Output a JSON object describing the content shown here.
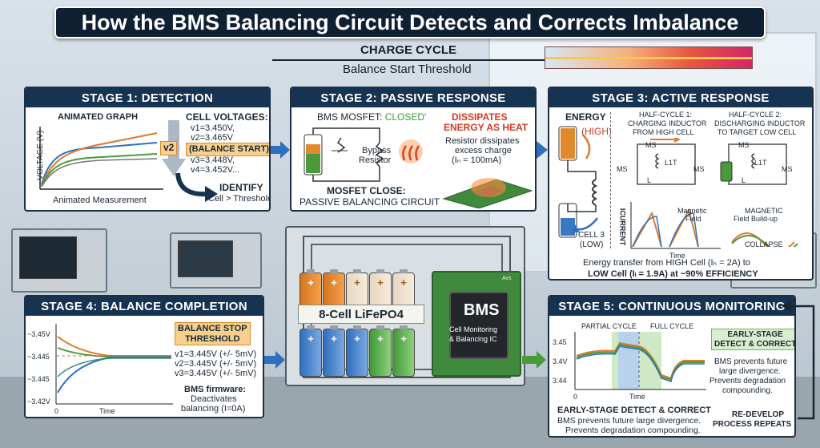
{
  "title": "How the BMS Balancing Circuit Detects and Corrects Imbalance",
  "charge_cycle": {
    "label": "CHARGE CYCLE",
    "threshold": "Balance Start Threshold"
  },
  "stage1": {
    "title": "STAGE 1: DETECTION",
    "graph_label": "ANIMATED GRAPH",
    "y_axis": "VOLTAGE (V)",
    "x_axis": "Animated Measurement",
    "cv_title": "CELL VOLTAGES:",
    "v1": "v1=3.450V,",
    "v2": "v2=3.465V",
    "balance_start": "(BALANCE START)",
    "v3": "v3=3.448V,",
    "v4": "v4=3.452V...",
    "v2_tag": "v2",
    "identify": "IDENTIFY",
    "identify_sub": "Cell > Threshold"
  },
  "stage2": {
    "title": "STAGE 2: PASSIVE RESPONSE",
    "mosfet_prefix": "BMS MOSFET: ",
    "mosfet_state": "CLOSED'",
    "bypass": "Bypass",
    "resistor": "Resistor",
    "dissipates1": "DISSIPATES",
    "dissipates2": "ENERGY AS HEAT",
    "res_desc1": "Resistor dissipates",
    "res_desc2": "excess charge",
    "res_desc3": "(Iₙ = 100mA)",
    "close1": "MOSFET CLOSE:",
    "close2": "PASSIVE BALANCING CIRCUIT"
  },
  "stage3": {
    "title": "STAGE 3: ACTIVE RESPONSE",
    "energy": "ENERGY",
    "high": "(HIGH)",
    "cell3a": "CELL 3",
    "cell3b": "(LOW)",
    "hc1a": "HALF-CYCLE 1:",
    "hc1b": "CHARGING INDUCTOR",
    "hc1c": "FROM HIGH CELL",
    "hc2a": "HALF-CYCLE 2:",
    "hc2b": "DISCHARGING INDUCTOR",
    "hc2c": "TO TARGET LOW CELL",
    "ms": "MS",
    "l": "L",
    "l1t": "L1T",
    "current": "ICURRENT",
    "magfield1": "Magnetic",
    "magfield2": "Field",
    "time": "Time",
    "buildup1": "MAGNETIC",
    "buildup2": "Field Build-up",
    "collapse": "COLLAPSE",
    "transfer1": "Energy transfer from HIGH Cell (Iₕ = 2A) to",
    "transfer2": "LOW Cell (Iₗ = 1.9A) at ~90% EFFICIENCY"
  },
  "stage4": {
    "title": "STAGE 4: BALANCE COMPLETION",
    "y1": "~3.45V",
    "y2": "~3.445",
    "y3": "~3.445",
    "y4": "~3.42V",
    "x0": "0",
    "xt": "Time",
    "stop1": "BALANCE STOP",
    "stop2": "THRESHOLD",
    "v1": "v1=3.445V (+/- 5mV)",
    "v2": "v2=3.445V (+/- 5mV)",
    "v3": "v3=3.445V (+/- 5mV)",
    "fw1": "BMS firmware:",
    "fw2": "Deactivates",
    "fw3": "balancing (I=0A)"
  },
  "stage5": {
    "title": "STAGE 5: CONTINUOUS MONITORING",
    "partial": "PARTIAL CYCLE",
    "full": "FULL CYCLE",
    "y1": "3.45",
    "y2": "3.4V",
    "y3": "3.44",
    "x0": "0",
    "xt": "Time",
    "early1": "EARLY-STAGE",
    "early2": "DETECT & CORRECT",
    "desc1": "BMS prevents future",
    "desc2": "large divergence.",
    "desc3": "Prevents degradation",
    "desc4": "compounding.",
    "bottom1": "EARLY-STAGE DETECT & CORRECT",
    "bottom2": "BMS prevents future large divergence.",
    "bottom3": "Prevents degradation compounding.",
    "redev1": "RE-DEVELOP",
    "redev2": "PROCESS REPEATS"
  },
  "center": {
    "pack": "8-Cell LiFePO4",
    "bms": "BMS",
    "bms_sub1": "Cell Monitoring",
    "bms_sub2": "& Balancing IC",
    "pcb_mark": "Avs"
  },
  "colors": {
    "navy": "#173352",
    "orange": "#e07a2c",
    "green": "#5aa84a",
    "blue": "#3a78c2"
  }
}
